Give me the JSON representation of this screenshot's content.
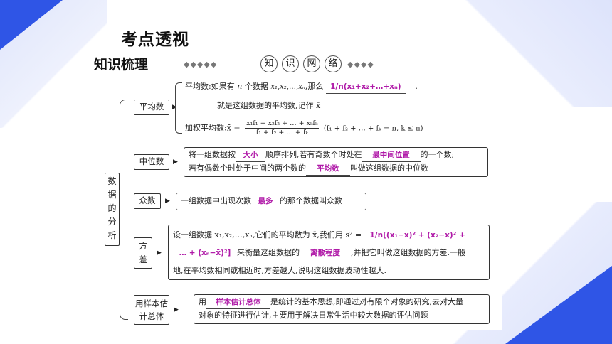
{
  "page": {
    "title": "考点透视",
    "subtitle": "知识梳理",
    "network_chars": [
      "知",
      "识",
      "网",
      "络"
    ]
  },
  "colors": {
    "accent": "#2f55e6",
    "answer": "#b01aa8"
  },
  "root_label": "数据的分析",
  "root_chars": [
    "数",
    "据",
    "的",
    "分",
    "析"
  ],
  "mean": {
    "label": "平均数",
    "line1_pre": "平均数:如果有",
    "line1_n": "n",
    "line1_mid": "个数据",
    "line1_vars": "x₁,x₂,…,xₙ",
    "line1_post": ",那么",
    "line1_answer": "1/n(x₁+x₂+…+xₙ)",
    "line1_end": ".",
    "line2": "就是这组数据的平均数,记作 x̄",
    "weighted_pre": "加权平均数:x̄ =",
    "weighted_num": "x₁f₁ + x₂f₂ + … + xₖfₖ",
    "weighted_den": "f₁ + f₂ + … + fₖ",
    "weighted_cond": "(f₁ + f₂ + … + fₖ = n, k ≤ n)"
  },
  "median": {
    "label": "中位数",
    "l1_a": "将一组数据按",
    "l1_ans1": "大小",
    "l1_b": "顺序排列,若有奇数个时处在",
    "l1_ans2": "最中间位置",
    "l1_c": "的一个数;",
    "l2_a": "若有偶数个时处于中间的两个数的",
    "l2_ans": "平均数",
    "l2_b": "叫做这组数据的中位数"
  },
  "mode": {
    "label": "众数",
    "a": "一组数据中出现次数",
    "ans": "最多",
    "b": "的那个数据叫众数"
  },
  "variance": {
    "label_1": "方",
    "label_2": "差",
    "l1_a": "设一组数据 x₁,x₂,…,xₙ,它们的平均数为 x̄,我们用 s² =",
    "l1_ans": "1/n[(x₁−x̄)² + (x₂−x̄)² +",
    "l2_ans": "… + (xₙ−x̄)²]",
    "l2_a": "来衡量这组数据的",
    "l2_ans2": "离散程度",
    "l2_b": ",并把它叫做这组数据的方差.一般",
    "l3": "地,在平均数相同或相近时,方差越大,说明这组数据波动性越大."
  },
  "sample": {
    "label_1": "用样本估",
    "label_2": "计总体",
    "l1_a": "用",
    "l1_ans": "样本估计总体",
    "l1_b": "是统计的基本思想,即通过对有限个对象的研究,去对大量",
    "l2": "对象的特征进行估计,主要用于解决日常生活中较大数据的评估问题"
  }
}
